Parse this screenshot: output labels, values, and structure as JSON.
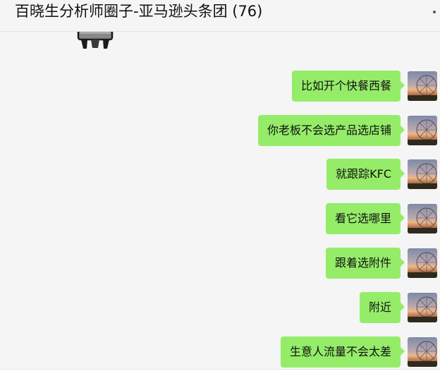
{
  "header": {
    "title": "百晓生分析师圈子-亚马逊头条团 (76)"
  },
  "messages": [
    {
      "text": "比如开个快餐西餐"
    },
    {
      "text": "你老板不会选产品选店铺"
    },
    {
      "text": "就跟踪KFC"
    },
    {
      "text": "看它选哪里"
    },
    {
      "text": "跟着选附件"
    },
    {
      "text": "附近"
    },
    {
      "text": "生意人流量不会太差"
    }
  ],
  "colors": {
    "bubble": "#95ec69",
    "background": "#f5f5f5"
  }
}
